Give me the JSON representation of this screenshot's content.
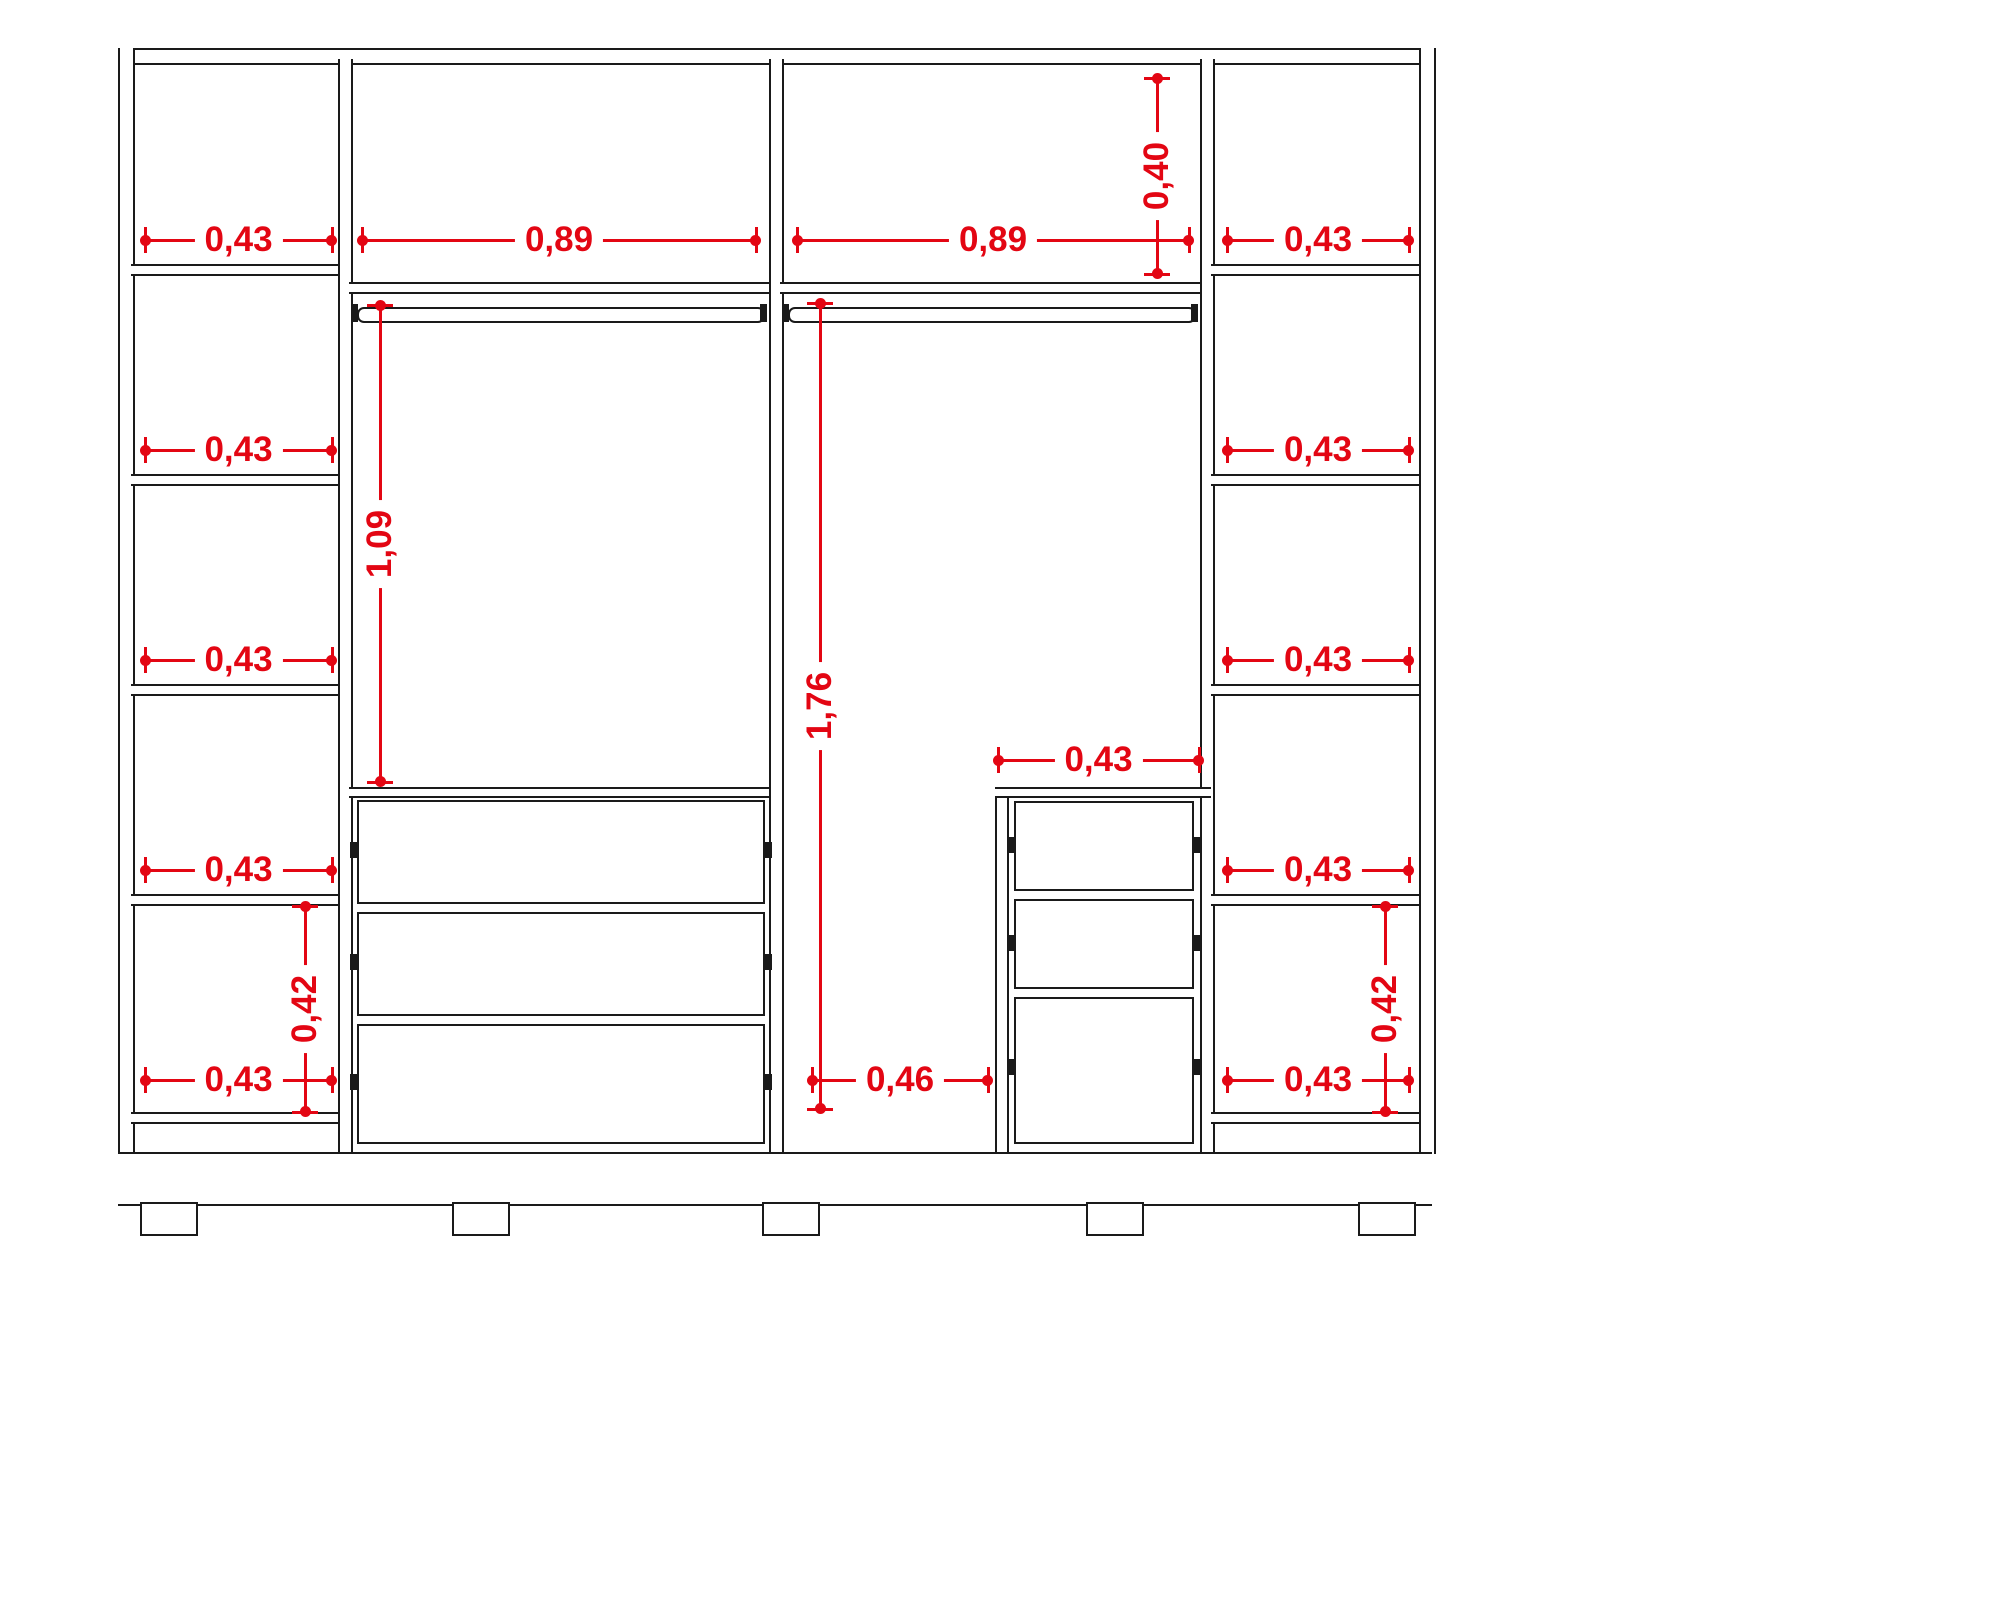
{
  "diagram": {
    "type": "furniture-dimension-drawing",
    "subject": "wardrobe front elevation with internal measurements",
    "unit_style": "meters (comma decimal)",
    "colors": {
      "dimension_accent": "#e30613",
      "structure_line": "#1a1a1a",
      "background": "#ffffff"
    }
  },
  "dimensions": {
    "left_col_c1_w": {
      "value": "0,43"
    },
    "left_col_c2_w": {
      "value": "0,43"
    },
    "left_col_c3_w": {
      "value": "0,43"
    },
    "left_col_c4_w": {
      "value": "0,43"
    },
    "left_col_c5_w": {
      "value": "0,43"
    },
    "right_col_c1_w": {
      "value": "0,43"
    },
    "right_col_c2_w": {
      "value": "0,43"
    },
    "right_col_c3_w": {
      "value": "0,43"
    },
    "right_col_c4_w": {
      "value": "0,43"
    },
    "right_col_c5_w": {
      "value": "0,43"
    },
    "left_center_top_w": {
      "value": "0,89"
    },
    "right_center_top_w": {
      "value": "0,89"
    },
    "small_drawers_w": {
      "value": "0,43"
    },
    "open_gap_w": {
      "value": "0,46"
    },
    "top_shelf_h": {
      "value": "0,40"
    },
    "left_hang_h": {
      "value": "1,09"
    },
    "right_hang_h": {
      "value": "1,76"
    },
    "left_col_bottom_h": {
      "value": "0,42"
    },
    "right_col_bottom_h": {
      "value": "0,42"
    }
  }
}
